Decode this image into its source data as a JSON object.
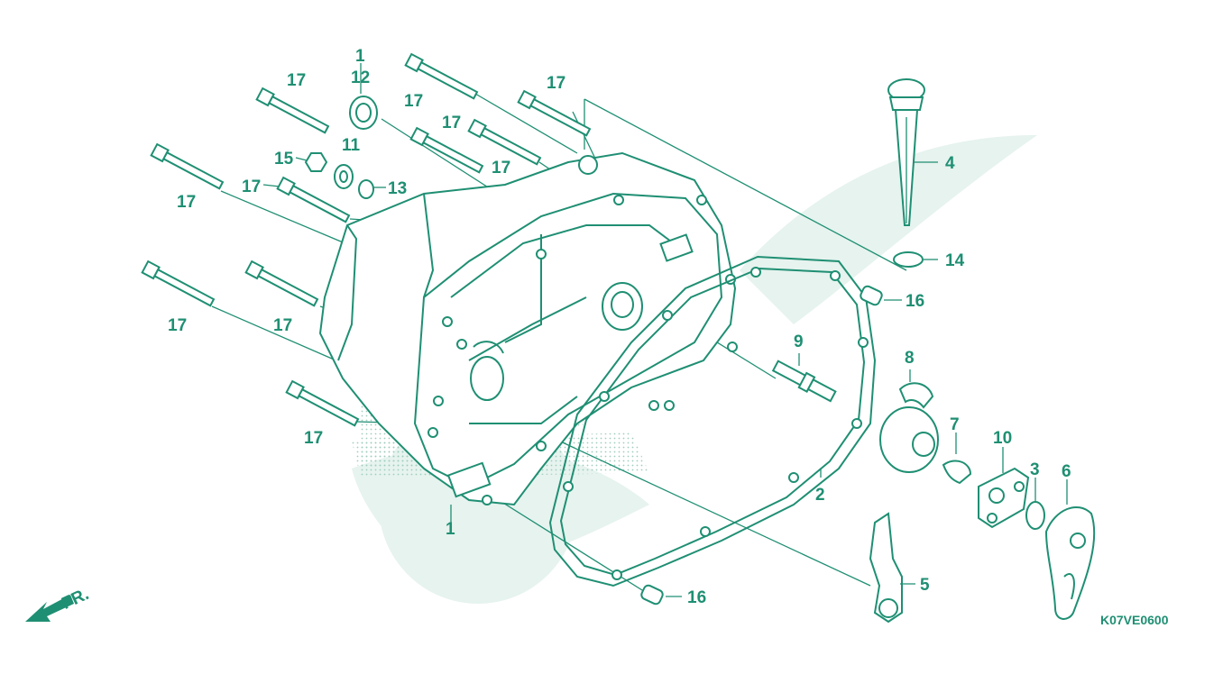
{
  "colors": {
    "line": "#1f8f73",
    "watermark": "#e6f3ee",
    "background": "#ffffff"
  },
  "diagram": {
    "code": "K07VE0600",
    "front_marker": "FR.",
    "callouts": {
      "c1_top": "1",
      "c1_bottom": "1",
      "c2": "2",
      "c3": "3",
      "c4": "4",
      "c5": "5",
      "c6": "6",
      "c7": "7",
      "c8": "8",
      "c9": "9",
      "c10": "10",
      "c11": "11",
      "c12": "12",
      "c13": "13",
      "c14": "14",
      "c15": "15",
      "c16_upper": "16",
      "c16_lower": "16",
      "c17_a": "17",
      "c17_b": "17",
      "c17_c": "17",
      "c17_d": "17",
      "c17_e": "17",
      "c17_f": "17",
      "c17_g": "17",
      "c17_h": "17",
      "c17_i": "17",
      "c17_j": "17"
    }
  }
}
